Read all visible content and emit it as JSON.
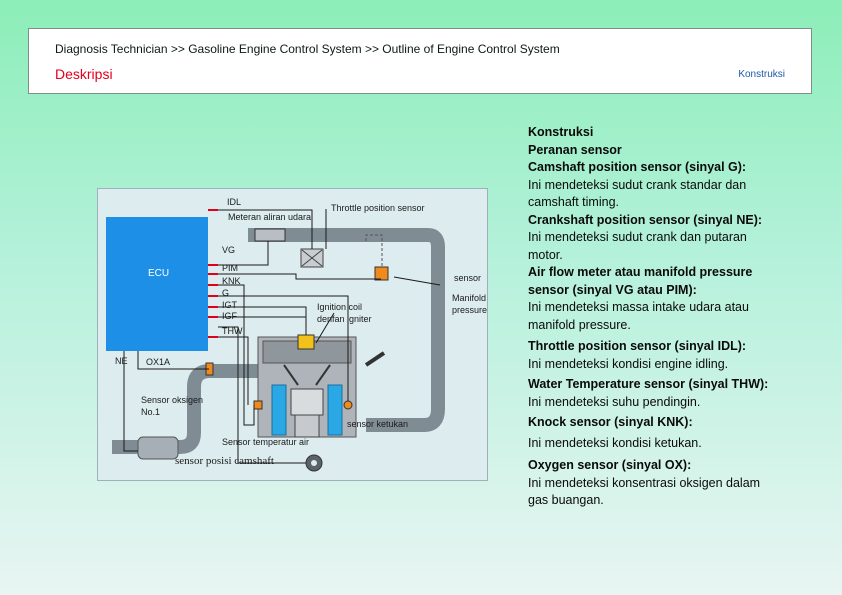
{
  "header": {
    "breadcrumb": "Diagnosis Technician >> Gasoline Engine Control System >> Outline of Engine Control System",
    "title": "Deskripsi",
    "section_label": "Konstruksi"
  },
  "diagram": {
    "ecu": "ECU",
    "idl": "IDL",
    "meter_aliran_udara": "Meteran aliran udara",
    "throttle_position_sensor": "Throttle position sensor",
    "vg": "VG",
    "pim": "PIM",
    "knk": "KNK",
    "g": "G",
    "igt": "IGT",
    "igf": "IGF",
    "thw": "THW",
    "sensor": "sensor",
    "manifold": "Manifold",
    "pressure": "pressure",
    "ignition_coil": "Ignition coil",
    "dengan_igniter": "denfan igniter",
    "ne": "NE",
    "ox1a": "OX1A",
    "sensor_oksigen": "Sensor oksigen",
    "no1": "No.1",
    "sensor_ketukan": "sensor ketukan",
    "sensor_temperatur_air": "Sensor temperatur air",
    "sensor_posisi_camshaft": "sensor posisi camshaft"
  },
  "content": {
    "lines": [
      {
        "text": "Konstruksi",
        "bold": true
      },
      {
        "text": "Peranan sensor",
        "bold": true
      },
      {
        "text": "Camshaft position sensor (sinyal G):",
        "bold": true
      },
      {
        "text": "Ini mendeteksi sudut crank standar dan",
        "bold": false
      },
      {
        "text": "camshaft timing.",
        "bold": false
      },
      {
        "text": "Crankshaft position sensor (sinyal NE):",
        "bold": true
      },
      {
        "text": "Ini mendeteksi sudut crank dan putaran",
        "bold": false
      },
      {
        "text": "motor.",
        "bold": false
      },
      {
        "text": "Air flow meter atau manifold pressure",
        "bold": true
      },
      {
        "text": "sensor (sinyal VG atau PIM):",
        "bold": true
      },
      {
        "text": "Ini mendeteksi massa intake udara atau",
        "bold": false
      },
      {
        "text": "manifold pressure.",
        "bold": false
      },
      {
        "text": "Throttle position sensor (sinyal IDL):",
        "bold": true
      },
      {
        "text": "Ini mendeteksi kondisi engine idling.",
        "bold": false
      },
      {
        "text": "Water Temperature sensor (sinyal THW):",
        "bold": true
      },
      {
        "text": "Ini mendeteksi suhu pendingin.",
        "bold": false
      },
      {
        "text": "Knock sensor (sinyal KNK):",
        "bold": true
      },
      {
        "text": "Ini mendeteksi kondisi ketukan.",
        "bold": false
      },
      {
        "text": "Oxygen sensor (sinyal OX):",
        "bold": true
      },
      {
        "text": "Ini mendeteksi konsentrasi oksigen dalam",
        "bold": false
      },
      {
        "text": "gas buangan.",
        "bold": false
      }
    ]
  },
  "colors": {
    "ecu": "#1e8fe6",
    "signal_red": "#e0001a",
    "title_red": "#e0001a",
    "section_blue": "#1b5aa6",
    "pipe": "#7f8c94",
    "coolant": "#2aa8e6",
    "sensor_orange": "#f08a1c",
    "coil_yellow": "#f2c21b"
  }
}
